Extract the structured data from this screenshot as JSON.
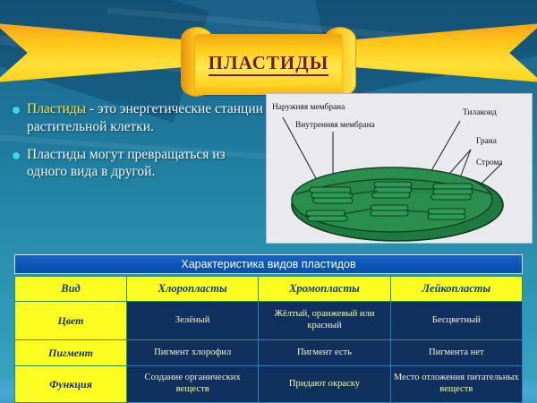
{
  "slide": {
    "title": "ПЛАСТИДЫ",
    "accent_yellow": "#ffd21b",
    "accent_blue": "#10305e",
    "title_color": "#7a1a10"
  },
  "bullets": [
    {
      "highlight": "Пластиды",
      "rest": " - это энергетические станции растительной клетки."
    },
    {
      "highlight": "",
      "rest": "Пластиды могут превращаться из одного вида в другой."
    }
  ],
  "diagram": {
    "labels": {
      "outer_membrane": "Наружняя мембрана",
      "inner_membrane": "Внутренняя мембрана",
      "thylakoid": "Тилакоид",
      "granum": "Грана",
      "stroma": "Строма"
    }
  },
  "table": {
    "caption": "Характеристика видов пластидов",
    "columns": [
      "Вид",
      "Хлоропласты",
      "Хромопласты",
      "Лейкопласты"
    ],
    "rows": [
      {
        "header": "Цвет",
        "cells": [
          "Зелёный",
          "Жёлтый, оранжевый или красный",
          "Бесцветный"
        ]
      },
      {
        "header": "Пигмент",
        "cells": [
          "Пигмент хлорофил",
          "Пигмент есть",
          "Пигмента нет"
        ]
      },
      {
        "header": "Функция",
        "cells": [
          "Создание органических веществ",
          "Придают окраску",
          "Место отложения питательных веществ"
        ]
      }
    ]
  }
}
